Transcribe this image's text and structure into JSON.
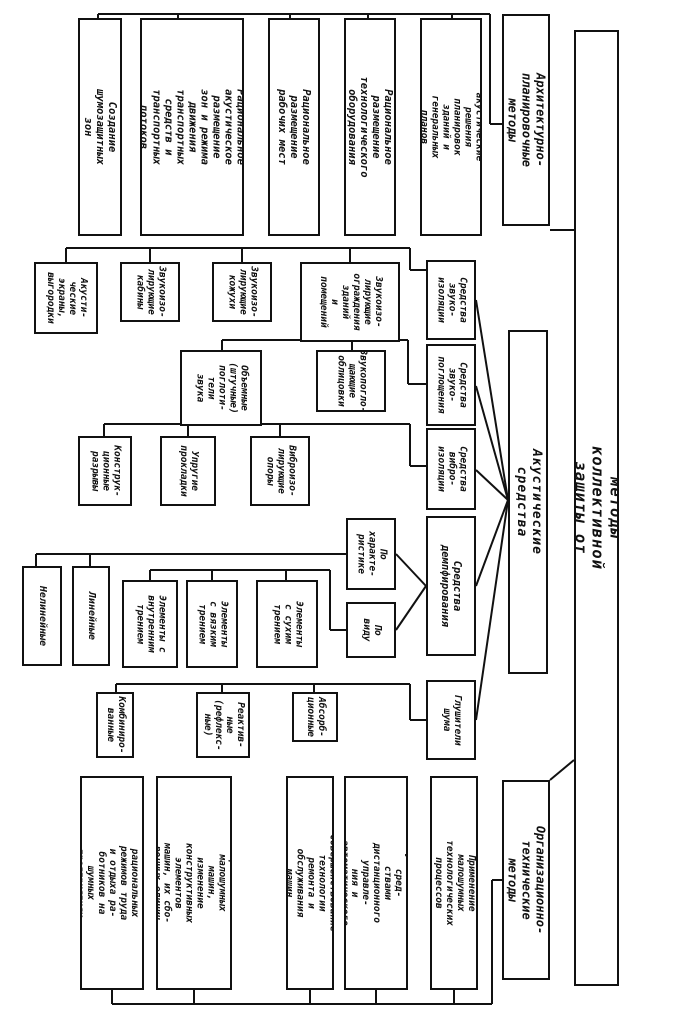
{
  "diagram": {
    "title": "Средства   и   методы   коллективной   защиты   от   шума",
    "categories": {
      "architectural": "Архитектурно-\nпланировочные методы",
      "acoustic": "Акустические   средства",
      "organizational": "Организационно-\nтехнические методы"
    },
    "architectural_items": [
      "Рациональные акустические\nрешения планировок зданий и\nгенеральных планов объектов",
      "Рациональное размещение\nтехнологического оборудования",
      "Рациональное размещение\nрабочих мест",
      "Рациональное акустическое\nразмещение зон и режима\nдвижения транспортных\nсредств и транспортных\nпотоков",
      "Создание шумозащитных зон"
    ],
    "acoustic_groups": {
      "isolation": {
        "label": "Средства\nзвуко-\nизоляции",
        "items": [
          "Звукоизо-\nлирующие\nограждения\nзданий\nи помещений",
          "Звукоизо-\nлирующие\nкожухи",
          "Звукоизо-\nлирующие\nкабины",
          "Акусти-\nческие\nэкраны,\nвыгородки"
        ]
      },
      "absorption": {
        "label": "Средства\nзвуко-\nпоглощения",
        "items": [
          "Звукопогло-\nщающие\nоблицовки",
          "Объемные\n(штучные)\nпоглоти-\nтели\nзвука"
        ]
      },
      "vibro": {
        "label": "Средства\nвибро-\nизоляции",
        "items": [
          "Виброизо-\nлирующие\nопоры",
          "Упругие\nпрокладки",
          "Конструк-\nционные\nразрывы"
        ]
      },
      "damping": {
        "label": "Средства\nдемпфирования",
        "by_character": "По характе-\nристике",
        "by_type": "По\nвиду",
        "type_items": [
          "Элементы\nс сухим\nтрением",
          "Элементы\nс вязким\nтрением",
          "Элементы с\nвнутренним\nтрением"
        ],
        "character_items": [
          "Линейные",
          "Нелинейные"
        ]
      },
      "mufflers": {
        "label": "Глушители\nшума",
        "items": [
          "Абсорб-\nционные",
          "Реактив-\nные\n(рефлекс-\nные)",
          "Комбиниро-\nванные"
        ]
      }
    },
    "organizational_items": [
      "Применение малошумных\nтехнологических процессов",
      "Оснащение шумных машин сред-\nствами дистанционного управле-\nния и автоматического контроля",
      "Совершенствование технологии\nремонта и обслуживания машин",
      "Применение малошумных машин,\nизменение конструктивных\nэлементов машин, их сбо-\nрочных единиц",
      "Использование рациональных\nрежимов труда и отдыха ра-\nботников на шумных предприятиях"
    ]
  }
}
